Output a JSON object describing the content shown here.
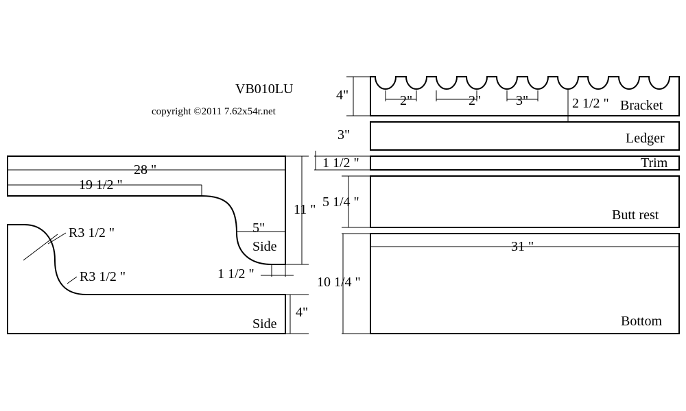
{
  "title": {
    "code": "VB010LU",
    "copyright": "copyright ©2011 7.62x54r.net"
  },
  "pieces": {
    "bracket": "Bracket",
    "ledger": "Ledger",
    "trim": "Trim",
    "butt_rest": "Butt rest",
    "bottom": "Bottom",
    "side_upper": "Side",
    "side_lower": "Side"
  },
  "dimensions": {
    "bracket_height": "4\"",
    "bracket_gap_1": "2\"",
    "bracket_gap_2": "2\"",
    "bracket_gap_3": "3\"",
    "bracket_slot_depth": "2 1/2 \"",
    "ledger_height": "3\"",
    "trim_height": "1 1/2 \"",
    "butt_rest_height": "5 1/4 \"",
    "bottom_height": "10 1/4 \"",
    "bottom_width": "31 \"",
    "side_width": "28 \"",
    "side_upper_cut_length": "19 1/2 \"",
    "side_height": "11 \"",
    "side_notch": "5\"",
    "side_tab": "1 1/2 \"",
    "side_lower_height": "4\"",
    "radius_top": "R3 1/2 \"",
    "radius_bottom": "R3 1/2 \""
  }
}
